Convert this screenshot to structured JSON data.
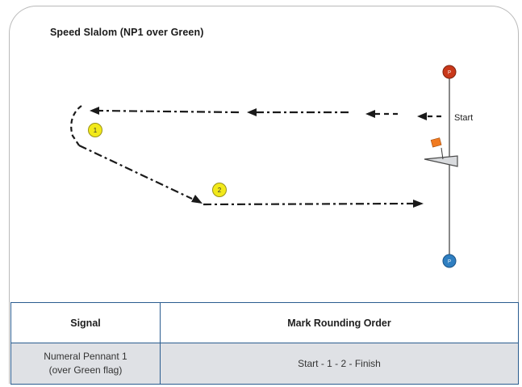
{
  "diagram": {
    "title": "Speed Slalom (NP1 over Green)",
    "start_label": "Start",
    "marks": [
      {
        "label": "1",
        "color": "#f2e91a"
      },
      {
        "label": "2",
        "color": "#f2e91a"
      }
    ],
    "start_pin": {
      "label": "P",
      "color": "#c9381a"
    },
    "finish_pin": {
      "label": "P",
      "color": "#2f7fc1"
    },
    "flag_color": "#f07a20"
  },
  "table": {
    "headers": {
      "signal": "Signal",
      "order": "Mark Rounding Order"
    },
    "rows": [
      {
        "signal_line1": "Numeral Pennant 1",
        "signal_line2": "(over Green flag)",
        "order": "Start - 1 - 2 -  Finish"
      }
    ]
  },
  "colors": {
    "table_border": "#2a5c8f",
    "table_row_bg": "#dfe1e5",
    "card_border": "#b9b9b9"
  }
}
